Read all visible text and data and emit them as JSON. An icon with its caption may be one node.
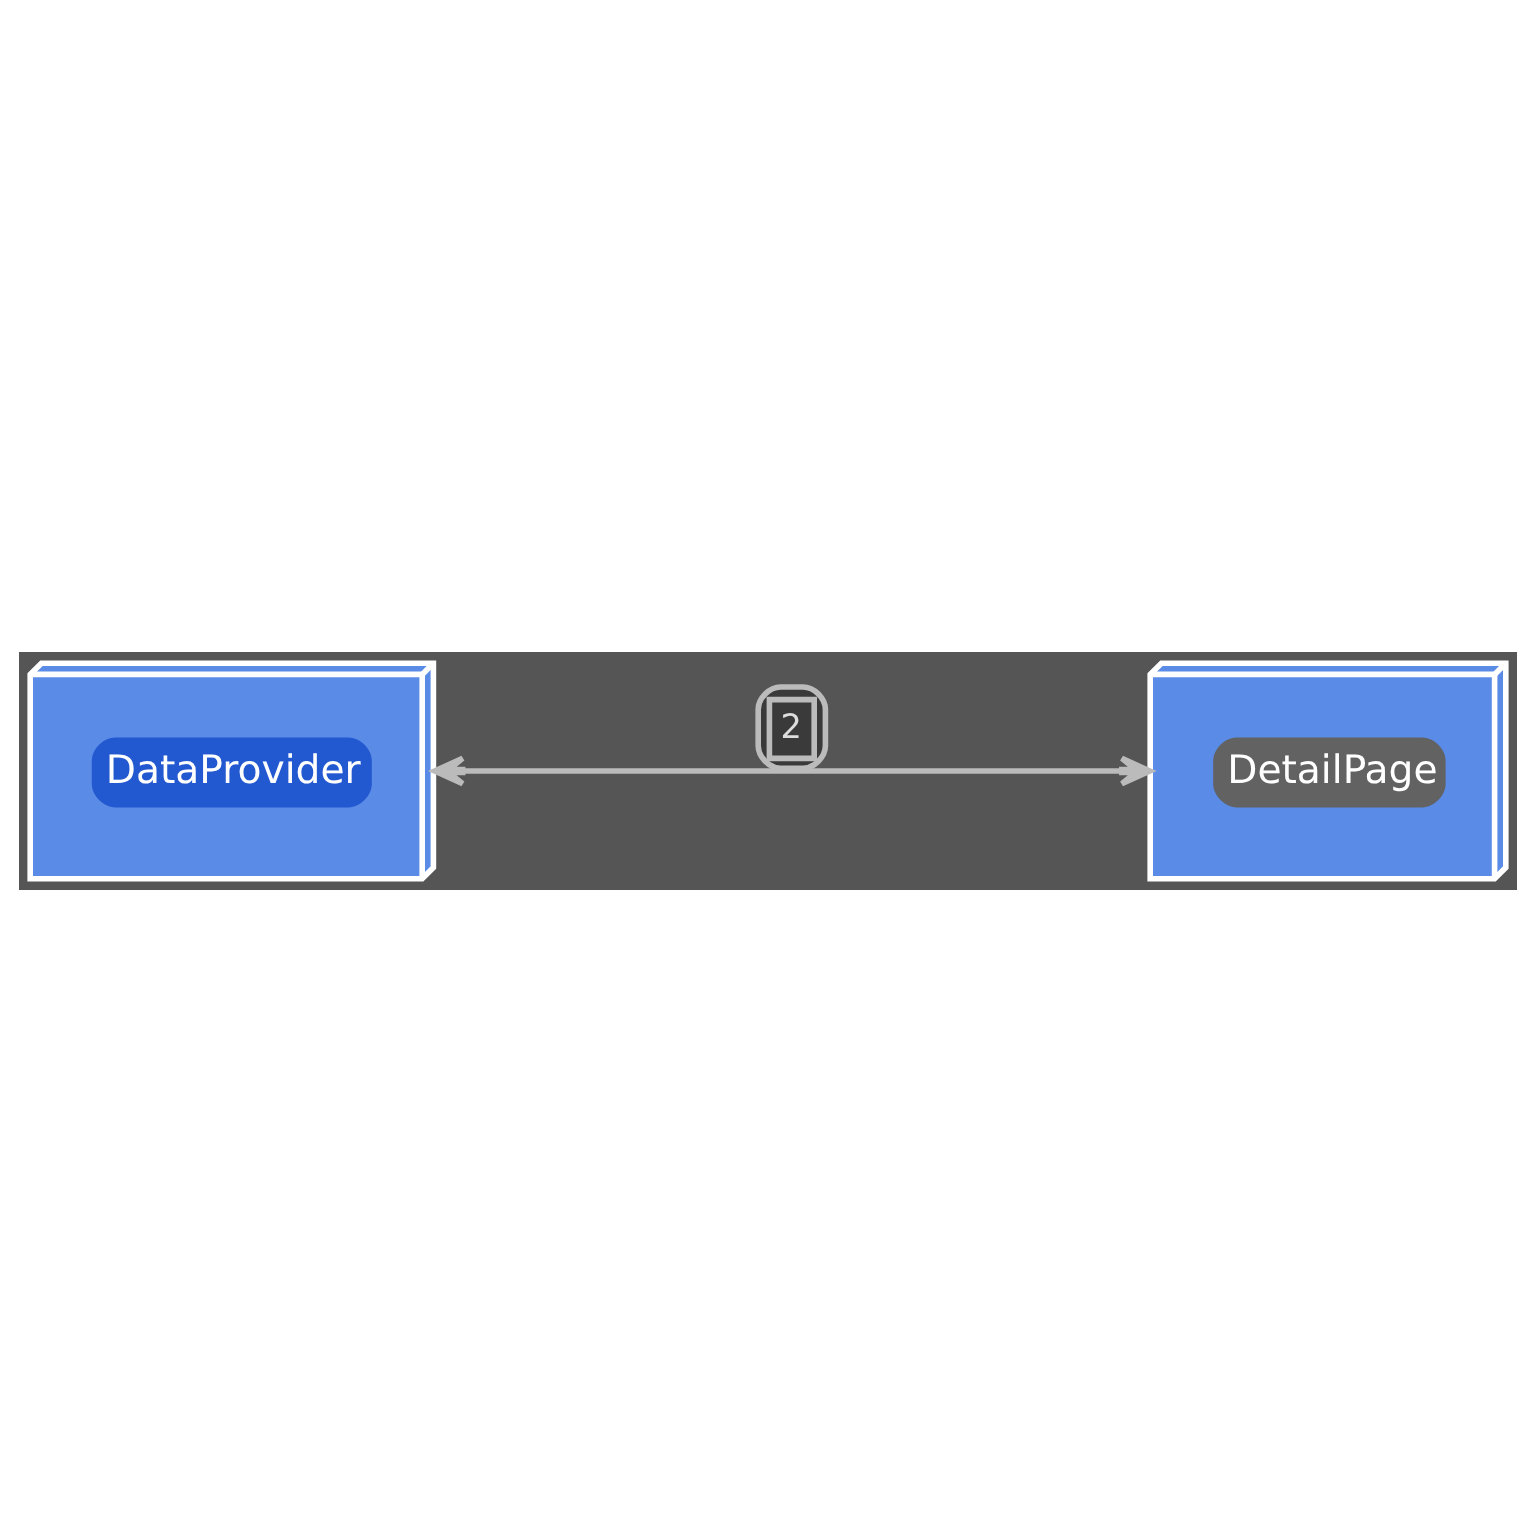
{
  "diagram": {
    "nodes": [
      {
        "text": [
          "DataProvider"
        ]
      },
      {
        "text": [
          "DetailPage"
        ]
      }
    ],
    "edges": [
      {
        "from": 0,
        "to": 1,
        "arrow": "both",
        "label": "2"
      }
    ]
  }
}
